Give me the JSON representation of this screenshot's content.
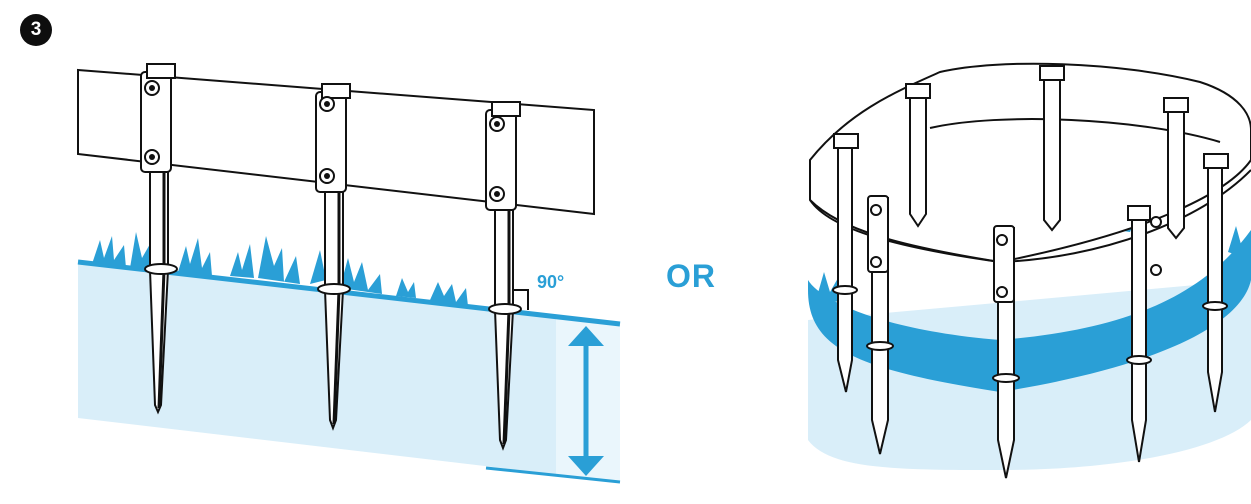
{
  "step": {
    "number": "3"
  },
  "left_illustration": {
    "angle_label": "90°",
    "stakes": [
      "stake-1",
      "stake-2",
      "stake-3"
    ]
  },
  "separator": {
    "label": "OR"
  },
  "right_illustration": {
    "stakes": [
      "stake-front-left",
      "stake-front-middle",
      "stake-front-right",
      "stake-back-left",
      "stake-back-middle",
      "stake-back-right",
      "stake-side-left",
      "stake-side-right"
    ]
  },
  "colors": {
    "water_blue": "#2a9fd6",
    "ground_light": "#d9eef9",
    "outline": "#111111",
    "background": "#ffffff"
  },
  "icons": [
    "step-number-badge",
    "stake",
    "grass",
    "right-angle-marker",
    "depth-arrow"
  ]
}
